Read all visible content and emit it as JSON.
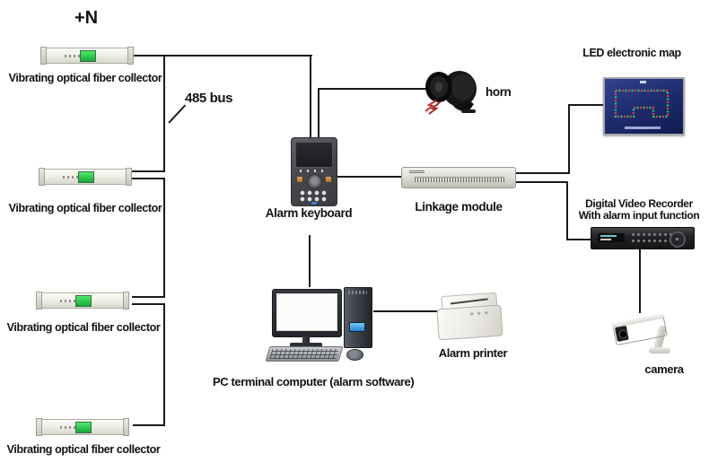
{
  "diagram": {
    "annotations": {
      "plus_n": "+N",
      "bus": "485 bus"
    },
    "collectors": [
      {
        "label": "Vibrating optical fiber collector"
      },
      {
        "label": "Vibrating optical fiber collector"
      },
      {
        "label": "Vibrating optical fiber collector"
      },
      {
        "label": "Vibrating optical fiber collector"
      }
    ],
    "nodes": {
      "alarm_keyboard": {
        "label": "Alarm keyboard"
      },
      "horn": {
        "label": "horn"
      },
      "linkage_module": {
        "label": "Linkage module"
      },
      "led_map": {
        "label": "LED electronic map"
      },
      "dvr": {
        "label_line1": "Digital Video Recorder",
        "label_line2": "With alarm input function"
      },
      "camera": {
        "label": "camera"
      },
      "printer": {
        "label": "Alarm printer"
      },
      "pc": {
        "label": "PC terminal computer (alarm software)"
      }
    },
    "colors": {
      "line": "#1a1a1a",
      "collector_screen": "#2ecc45",
      "led_map_background": "#1c2a6b",
      "led_dot_red": "#e03a4e",
      "led_dot_green": "#2ec66a",
      "horn_wire_red": "#c03030",
      "text": "#121212"
    }
  }
}
